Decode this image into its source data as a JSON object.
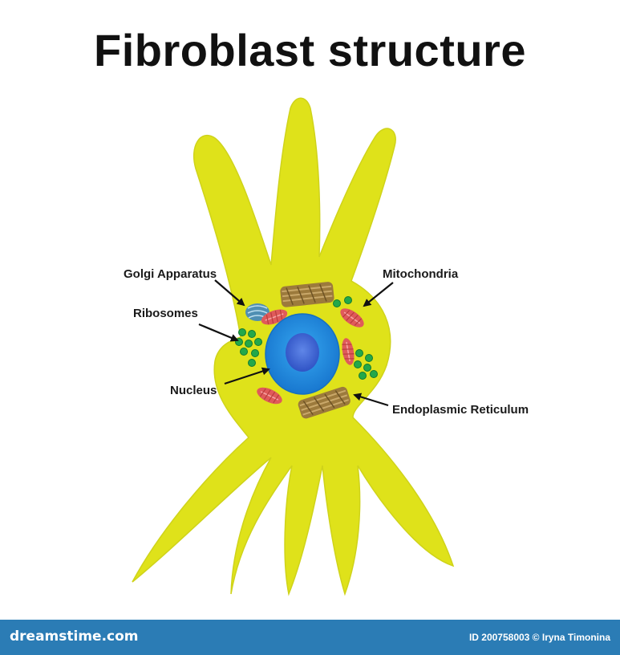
{
  "title": "Fibroblast structure",
  "labels": {
    "golgi": "Golgi Apparatus",
    "ribosomes": "Ribosomes",
    "nucleus": "Nucleus",
    "mitochondria": "Mitochondria",
    "er": "Endoplasmic Reticulum"
  },
  "footer": {
    "site": "dreamstime.com",
    "credit": "ID 200758003 © Iryna Timonina"
  },
  "colors": {
    "cell_body": "#dfe21a",
    "nucleus": "#1e8fe0",
    "nucleolus": "#3a64d6",
    "mitochondria": "#e05a5a",
    "ribosomes": "#23a84a",
    "er": "#9c7a3c",
    "golgi": "#4f8fb3",
    "footer": "#2b7cb5"
  }
}
